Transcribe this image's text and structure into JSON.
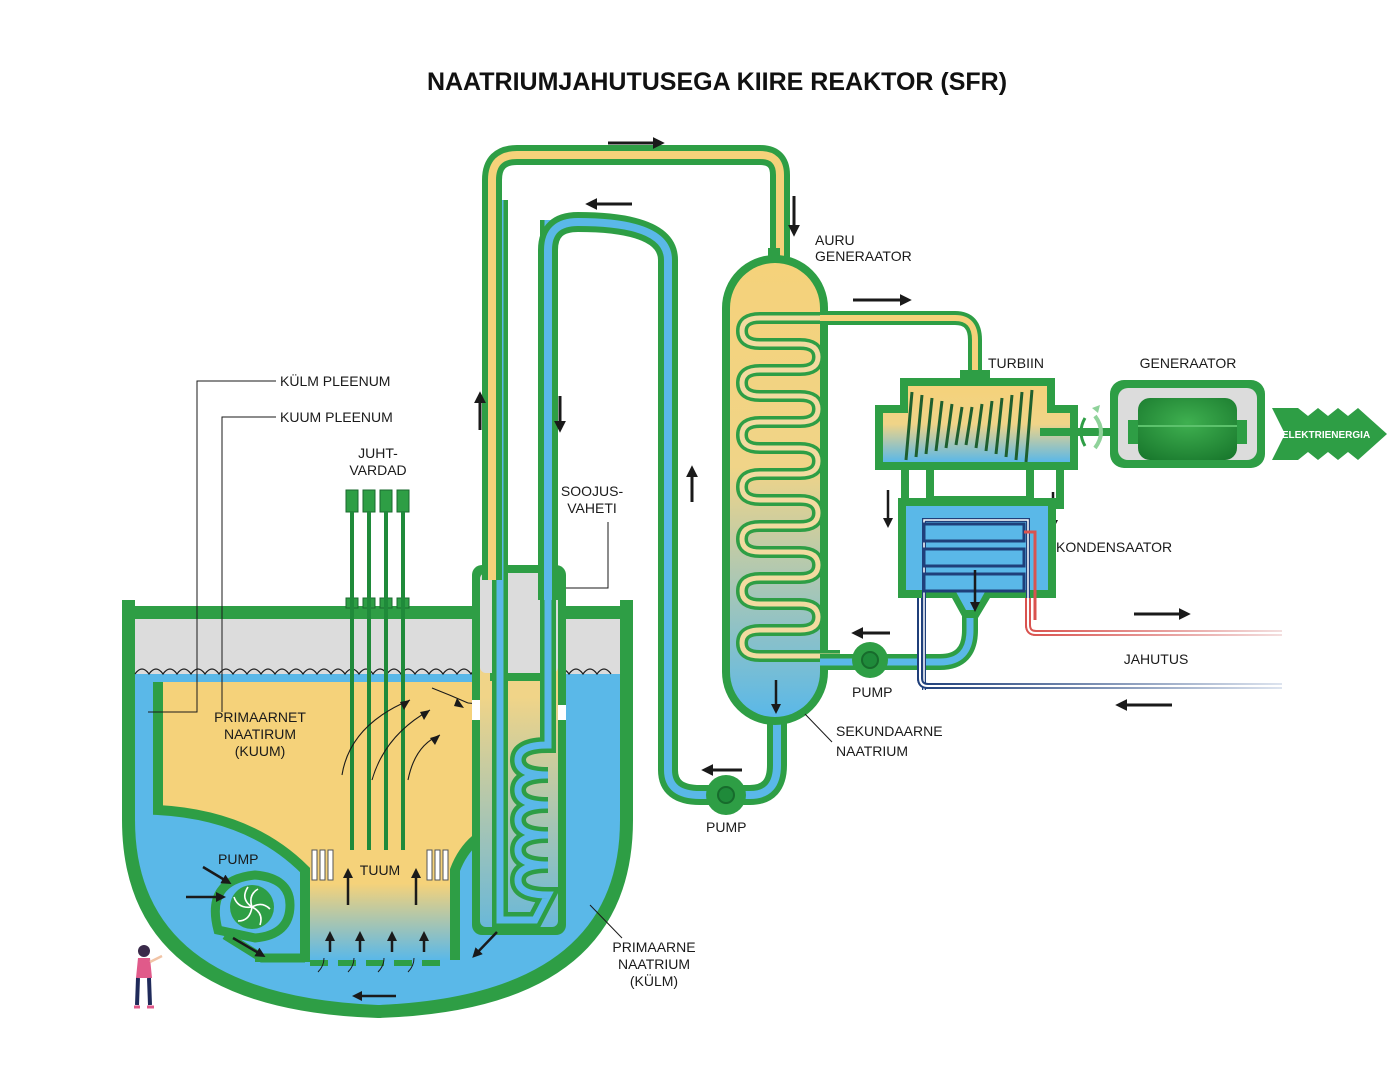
{
  "title": "NAATRIUMJAHUTUSEGA KIIRE REAKTOR (SFR)",
  "labels": {
    "cold_plenum": "KÜLM PLEENUM",
    "hot_plenum": "KUUM PLEENUM",
    "control_rods_1": "JUHT-",
    "control_rods_2": "VARDAD",
    "heat_exchanger_1": "SOOJUS-",
    "heat_exchanger_2": "VAHETI",
    "primary_hot_1": "PRIMAARNET",
    "primary_hot_2": "NAATIRUM",
    "primary_hot_3": "(KUUM)",
    "core": "TUUM",
    "pump_primary": "PUMP",
    "primary_cold_1": "PRIMAARNE",
    "primary_cold_2": "NAATRIUM",
    "primary_cold_3": "(KÜLM)",
    "pump_intermediate": "PUMP",
    "steam_gen_1": "AURU",
    "steam_gen_2": "GENERAATOR",
    "secondary_1": "SEKUNDAARNE",
    "secondary_2": "NAATRIUM",
    "pump_secondary": "PUMP",
    "turbine": "TURBIIN",
    "generator": "GENERAATOR",
    "electricity": "ELEKTRIENERGIA",
    "condenser": "KONDENSAATOR",
    "cooling": "JAHUTUS"
  },
  "colors": {
    "green_dark": "#1f8a3a",
    "green": "#2e9e45",
    "green_light": "#4cc25e",
    "sodium_hot": "#f5d27a",
    "sodium_cold": "#5ab8e8",
    "argon_gas": "#dcdcdc",
    "coolant_hot": "#d9534f",
    "coolant_cold": "#1f3f7a",
    "arrow": "#1a1a1a"
  }
}
